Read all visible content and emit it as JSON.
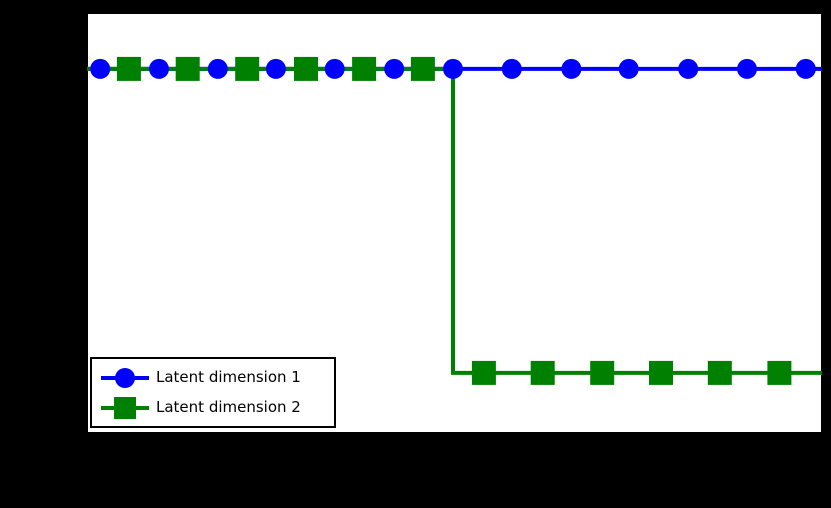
{
  "figure": {
    "background_color": "#000000",
    "plot_background_color": "#ffffff",
    "spine_color": "#000000",
    "notes": "No axis tick labels, axis titles, or figure title are visible (area outside the white plot rectangle is solid black)."
  },
  "chart_data": {
    "type": "line",
    "title": "",
    "xlabel": "",
    "ylabel": "",
    "x_range": [
      0,
      1
    ],
    "y_range": [
      0,
      1
    ],
    "grid": false,
    "legend": {
      "position": "lower left",
      "border": true
    },
    "series": [
      {
        "name": "Latent dimension 1",
        "color": "#0000ff",
        "marker": "circle",
        "marker_size": 20,
        "line_width": 4,
        "line": [
          [
            0,
            0.867
          ],
          [
            1,
            0.867
          ]
        ],
        "markers": [
          [
            0.018,
            0.867
          ],
          [
            0.098,
            0.867
          ],
          [
            0.178,
            0.867
          ],
          [
            0.257,
            0.867
          ],
          [
            0.337,
            0.867
          ],
          [
            0.418,
            0.867
          ],
          [
            0.498,
            0.867
          ],
          [
            0.578,
            0.867
          ],
          [
            0.659,
            0.867
          ],
          [
            0.737,
            0.867
          ],
          [
            0.818,
            0.867
          ],
          [
            0.898,
            0.867
          ],
          [
            0.978,
            0.867
          ]
        ]
      },
      {
        "name": "Latent dimension 2",
        "color": "#008000",
        "marker": "square",
        "marker_size": 24,
        "line_width": 4,
        "line": [
          [
            0,
            0.867
          ],
          [
            0.498,
            0.867
          ],
          [
            0.498,
            0.143
          ],
          [
            1,
            0.143
          ]
        ],
        "markers": [
          [
            0.057,
            0.867
          ],
          [
            0.137,
            0.867
          ],
          [
            0.218,
            0.867
          ],
          [
            0.298,
            0.867
          ],
          [
            0.377,
            0.867
          ],
          [
            0.457,
            0.867
          ],
          [
            0.54,
            0.143
          ],
          [
            0.62,
            0.143
          ],
          [
            0.701,
            0.143
          ],
          [
            0.781,
            0.143
          ],
          [
            0.861,
            0.143
          ],
          [
            0.942,
            0.143
          ]
        ]
      }
    ]
  }
}
